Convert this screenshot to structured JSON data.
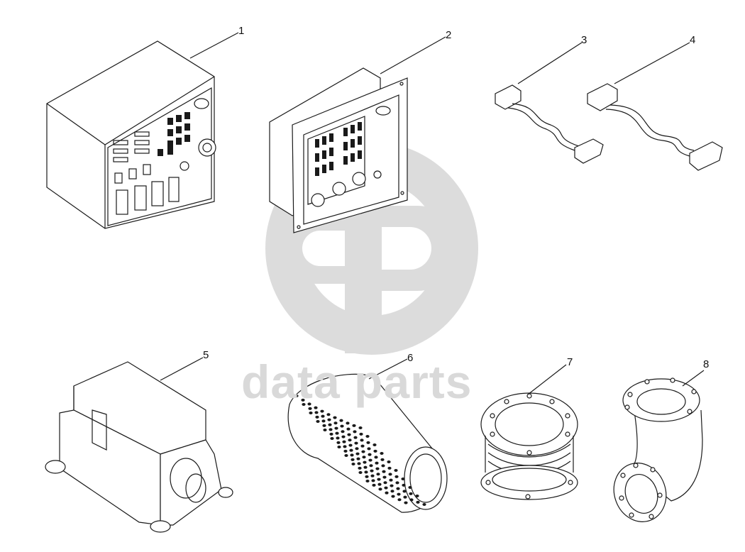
{
  "figure": {
    "watermark_text": "data parts",
    "callouts": [
      "1",
      "2",
      "3",
      "4",
      "5",
      "6",
      "7",
      "8"
    ]
  },
  "colors": {
    "line": "#1a1a1a",
    "watermark": "#d9d9d9",
    "background": "#ffffff"
  }
}
